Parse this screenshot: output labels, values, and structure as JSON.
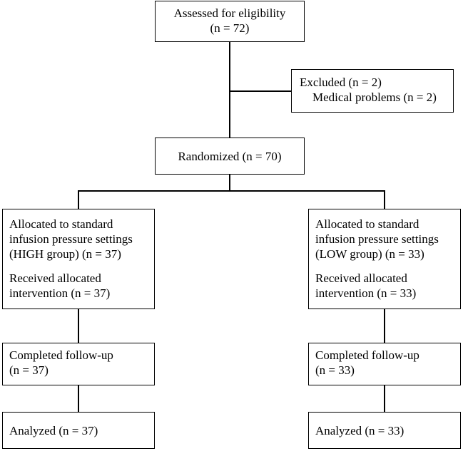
{
  "flowchart": {
    "assessed": {
      "line1": "Assessed for eligibility",
      "line2": "(n = 72)"
    },
    "excluded": {
      "line1": "Excluded (n = 2)",
      "line2": "Medical problems (n = 2)"
    },
    "randomized": {
      "label": "Randomized (n = 70)"
    },
    "high_alloc": {
      "line1": "Allocated to standard",
      "line2": "infusion pressure settings",
      "line3": "(HIGH group) (n = 37)",
      "line4": "Received allocated",
      "line5": "intervention (n = 37)"
    },
    "low_alloc": {
      "line1": "Allocated to standard",
      "line2": "infusion pressure settings",
      "line3": "(LOW group) (n = 33)",
      "line4": "Received allocated",
      "line5": "intervention (n = 33)"
    },
    "high_followup": {
      "line1": "Completed follow-up",
      "line2": "(n = 37)"
    },
    "low_followup": {
      "line1": "Completed follow-up",
      "line2": "(n = 33)"
    },
    "high_analyzed": {
      "label": "Analyzed (n = 37)"
    },
    "low_analyzed": {
      "label": "Analyzed (n = 33)"
    }
  }
}
